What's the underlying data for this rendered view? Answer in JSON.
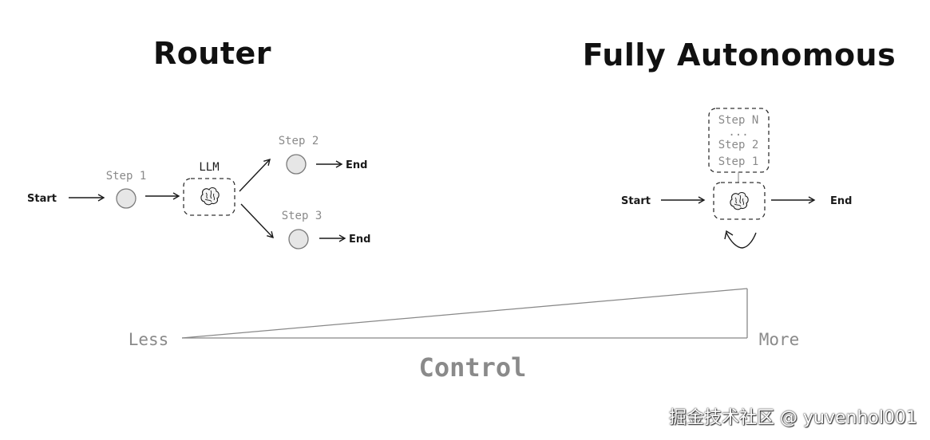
{
  "router": {
    "title": "Router",
    "start": "Start",
    "step1": "Step 1",
    "llm": "LLM",
    "step2": "Step 2",
    "step3": "Step 3",
    "end_top": "End",
    "end_bottom": "End"
  },
  "autonomous": {
    "title": "Fully Autonomous",
    "step_n": "Step N",
    "ellipsis": "...",
    "step2": "Step 2",
    "step1": "Step 1",
    "start": "Start",
    "end": "End"
  },
  "scale": {
    "less": "Less",
    "more": "More",
    "control": "Control"
  },
  "watermark": "掘金技术社区 @ yuvenhol001",
  "icons": {
    "brain": "brain-icon",
    "loop": "loop-arrow-icon"
  },
  "colors": {
    "stroke": "#1a1a1a",
    "node_fill": "#e6e6e6",
    "label_gray": "#8a8a8a"
  }
}
